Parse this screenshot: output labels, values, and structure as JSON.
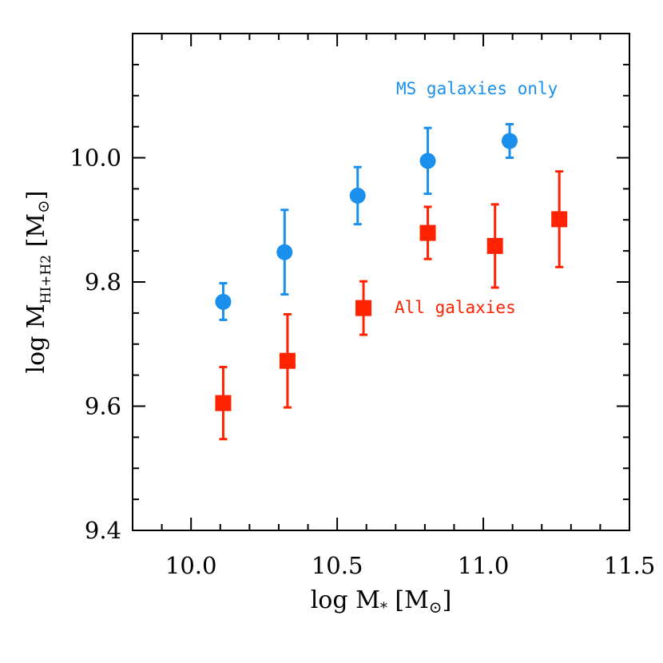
{
  "chart_data": {
    "type": "scatter",
    "xlabel": {
      "main": "log M",
      "sub": "*",
      "unit": "[M",
      "unit_sub": "⊙",
      "unit_close": "]"
    },
    "ylabel": {
      "main": "log M",
      "sub": "HI+H2",
      "unit": "[M",
      "unit_sub": "⊙",
      "unit_close": "]"
    },
    "xlim": [
      9.8,
      11.5
    ],
    "ylim": [
      9.4,
      10.2
    ],
    "x_ticks": [
      10.0,
      10.5,
      11.0,
      11.5
    ],
    "x_tick_labels": [
      "10.0",
      "10.5",
      "11.0",
      "11.5"
    ],
    "y_ticks": [
      9.4,
      9.6,
      9.8,
      10.0
    ],
    "y_tick_labels": [
      "9.4",
      "9.6",
      "9.8",
      "10.0"
    ],
    "grid": false,
    "series": [
      {
        "name": "MS galaxies only",
        "marker": "circle",
        "color": "#1a8fec",
        "points": [
          {
            "x": 10.11,
            "y": 9.768,
            "err_lo": 0.029,
            "err_hi": 0.03
          },
          {
            "x": 10.32,
            "y": 9.848,
            "err_lo": 0.068,
            "err_hi": 0.068
          },
          {
            "x": 10.57,
            "y": 9.939,
            "err_lo": 0.046,
            "err_hi": 0.046
          },
          {
            "x": 10.81,
            "y": 9.995,
            "err_lo": 0.053,
            "err_hi": 0.053
          },
          {
            "x": 11.09,
            "y": 10.027,
            "err_lo": 0.027,
            "err_hi": 0.027
          }
        ]
      },
      {
        "name": "All galaxies",
        "marker": "square",
        "color": "#ff2200",
        "points": [
          {
            "x": 10.11,
            "y": 9.605,
            "err_lo": 0.058,
            "err_hi": 0.058
          },
          {
            "x": 10.33,
            "y": 9.673,
            "err_lo": 0.075,
            "err_hi": 0.075
          },
          {
            "x": 10.59,
            "y": 9.758,
            "err_lo": 0.043,
            "err_hi": 0.043
          },
          {
            "x": 10.81,
            "y": 9.879,
            "err_lo": 0.042,
            "err_hi": 0.042
          },
          {
            "x": 11.04,
            "y": 9.858,
            "err_lo": 0.067,
            "err_hi": 0.067
          },
          {
            "x": 11.26,
            "y": 9.901,
            "err_lo": 0.077,
            "err_hi": 0.077
          }
        ]
      }
    ],
    "annotations": [
      {
        "text": "MS galaxies only",
        "color": "#1a8fec",
        "series": 0
      },
      {
        "text": "All galaxies",
        "color": "#ff2200",
        "series": 1
      }
    ]
  }
}
